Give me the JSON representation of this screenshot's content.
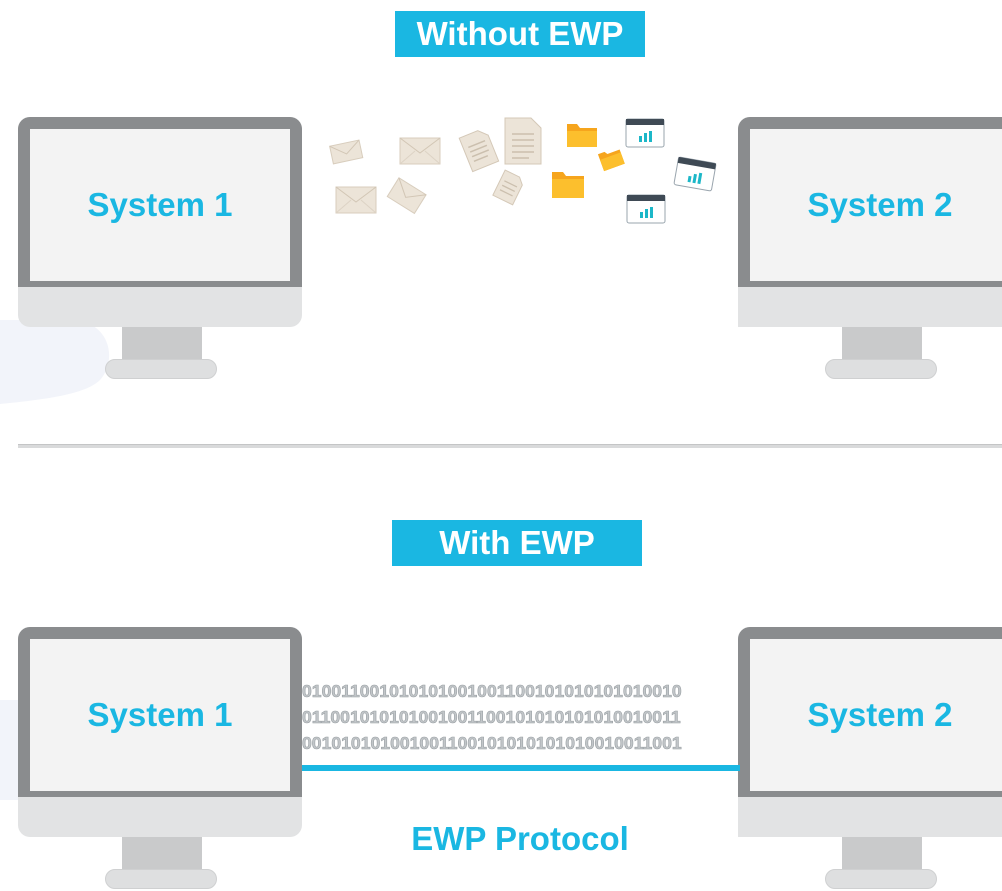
{
  "top_panel": {
    "title": "Without EWP",
    "system_left": "System 1",
    "system_right": "System 2"
  },
  "bottom_panel": {
    "title": "With EWP",
    "system_left": "System 1",
    "system_right": "System 2",
    "binary_lines": [
      "010011001010101001001100101010101010010",
      "011001010101001001100101010101010010011",
      "001010101001001100101010101010010011001"
    ],
    "protocol_label": "EWP Protocol"
  },
  "colors": {
    "accent": "#1ab7e2",
    "monitor_frame": "#8a8c8e",
    "screen": "#f3f3f3",
    "folder": "#fbb828"
  },
  "scattered_icons": [
    "envelope-icon",
    "envelope-icon",
    "envelope-icon",
    "envelope-icon",
    "envelope-icon",
    "document-icon",
    "document-icon",
    "document-icon",
    "folder-icon",
    "folder-icon",
    "folder-icon",
    "chart-window-icon",
    "chart-window-icon",
    "chart-window-icon"
  ]
}
